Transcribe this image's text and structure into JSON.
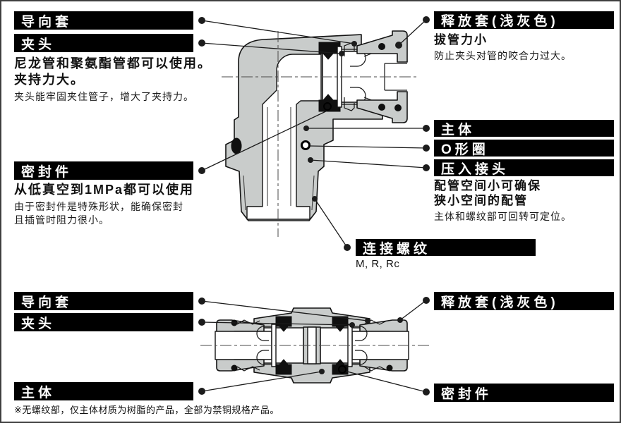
{
  "colors": {
    "label_bg": "#000000",
    "label_text": "#ffffff",
    "diagram_fill": "#c9cccb",
    "diagram_stroke": "#141414",
    "seal_fill": "#101010",
    "leader": "#1c1c1c",
    "page_border": "#3f3f3f"
  },
  "top_diagram": {
    "label_guide_sleeve": "导向套",
    "label_collet": "夹头",
    "collet_bold_line1": "尼龙管和聚氨酯管都可以使用。",
    "collet_bold_line2": "夹持力大。",
    "collet_small": "夹头能牢固夹住管子，增大了夹持力。",
    "label_seal": "密封件",
    "seal_bold": "从低真空到1MPa都可以使用",
    "seal_small_line1": "由于密封件是特殊形状，能确保密封",
    "seal_small_line2": "且插管时阻力很小。",
    "label_release_sleeve": "释放套(浅灰色)",
    "release_bold": "拔管力小",
    "release_small": "防止夹头对管的咬合力过大。",
    "label_body": "主体",
    "label_oring": "O形圈",
    "label_stud": "压入接头",
    "stud_bold_line1": "配管空间小可确保",
    "stud_bold_line2": "狭小空间的配管",
    "stud_small": "主体和螺纹部可回转可定位。",
    "label_thread": "连接螺纹",
    "thread_small": "M, R, Rc"
  },
  "bottom_diagram": {
    "label_guide_sleeve": "导向套",
    "label_collet": "夹头",
    "label_body": "主体",
    "label_release_sleeve": "释放套(浅灰色)",
    "label_seal": "密封件"
  },
  "footer": {
    "note": "※无螺纹部，仅主体材质为树脂的产品，全部为禁铜规格产品。"
  }
}
